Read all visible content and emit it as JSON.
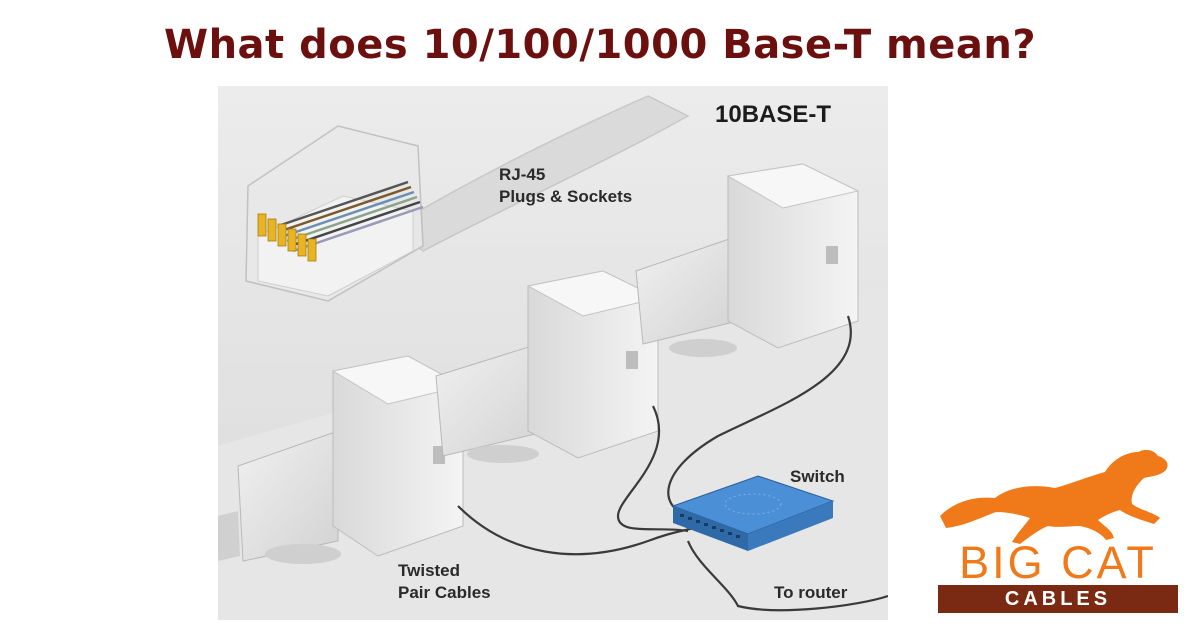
{
  "title": "What does 10/100/1000 Base-T mean?",
  "diagram": {
    "heading": "10BASE-T",
    "rj45_line1": "RJ-45",
    "rj45_line2": "Plugs & Sockets",
    "switch": "Switch",
    "twisted_line1": "Twisted",
    "twisted_line2": "Pair Cables",
    "router": "To router"
  },
  "logo": {
    "line1": "BIG CAT",
    "line2": "CABLES"
  },
  "colors": {
    "title": "#6b0f0f",
    "logo_orange": "#f07a1a",
    "logo_brown": "#7a2a12",
    "switch_blue": "#3d7fc7"
  },
  "icons": [
    "rj45-plug-icon",
    "computer-icon",
    "network-switch-icon",
    "cat-logo-icon"
  ]
}
